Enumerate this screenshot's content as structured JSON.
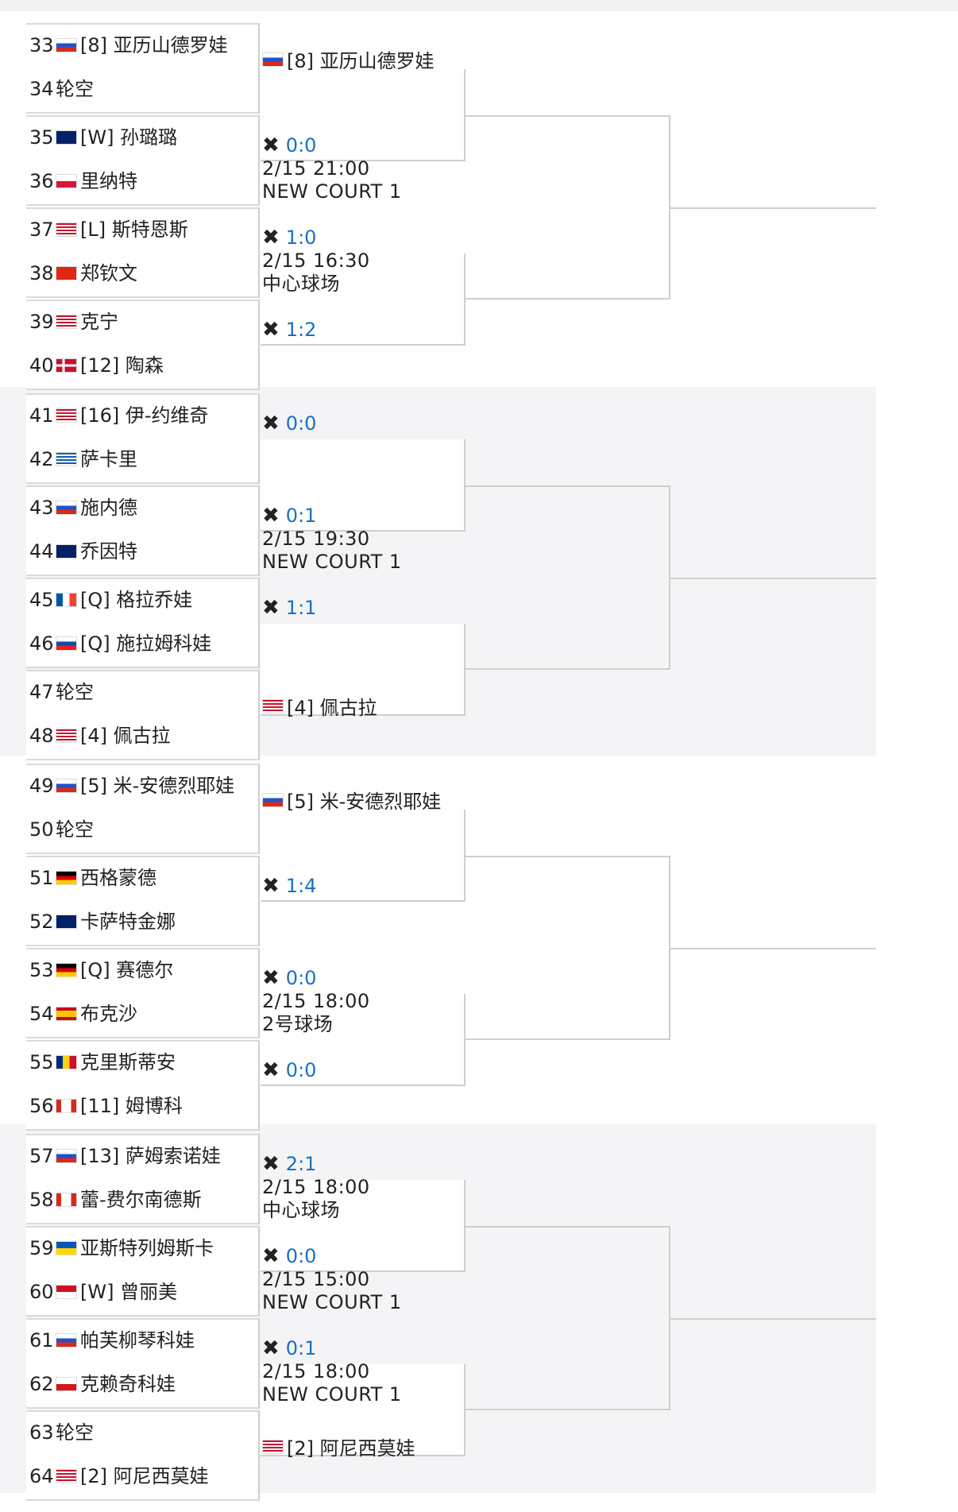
{
  "players": [
    {
      "num": "33",
      "flag": "RU",
      "name": "[8] 亚历山德罗娃"
    },
    {
      "num": "34",
      "flag": "",
      "name": "轮空"
    },
    {
      "num": "35",
      "flag": "NZ",
      "name": "[W] 孙璐璐"
    },
    {
      "num": "36",
      "flag": "PL",
      "name": "里纳特"
    },
    {
      "num": "37",
      "flag": "US",
      "name": "[L] 斯特恩斯"
    },
    {
      "num": "38",
      "flag": "CN",
      "name": "郑钦文"
    },
    {
      "num": "39",
      "flag": "US",
      "name": "克宁"
    },
    {
      "num": "40",
      "flag": "DK",
      "name": "[12] 陶森"
    },
    {
      "num": "41",
      "flag": "US",
      "name": "[16] 伊-约维奇"
    },
    {
      "num": "42",
      "flag": "GR",
      "name": "萨卡里"
    },
    {
      "num": "43",
      "flag": "RU",
      "name": "施内德"
    },
    {
      "num": "44",
      "flag": "AU",
      "name": "乔因特"
    },
    {
      "num": "45",
      "flag": "FR",
      "name": "[Q] 格拉乔娃"
    },
    {
      "num": "46",
      "flag": "SK",
      "name": "[Q] 施拉姆科娃"
    },
    {
      "num": "47",
      "flag": "",
      "name": "轮空"
    },
    {
      "num": "48",
      "flag": "US",
      "name": "[4] 佩古拉"
    },
    {
      "num": "49",
      "flag": "RU",
      "name": "[5] 米-安德烈耶娃"
    },
    {
      "num": "50",
      "flag": "",
      "name": "轮空"
    },
    {
      "num": "51",
      "flag": "DE",
      "name": "西格蒙德"
    },
    {
      "num": "52",
      "flag": "AU",
      "name": "卡萨特金娜"
    },
    {
      "num": "53",
      "flag": "DE",
      "name": "[Q] 赛德尔"
    },
    {
      "num": "54",
      "flag": "ES",
      "name": "布克沙"
    },
    {
      "num": "55",
      "flag": "RO",
      "name": "克里斯蒂安"
    },
    {
      "num": "56",
      "flag": "CA",
      "name": "[11] 姆博科"
    },
    {
      "num": "57",
      "flag": "RU",
      "name": "[13] 萨姆索诺娃"
    },
    {
      "num": "58",
      "flag": "CA",
      "name": "蕾-费尔南德斯"
    },
    {
      "num": "59",
      "flag": "UA",
      "name": "亚斯特列姆斯卡"
    },
    {
      "num": "60",
      "flag": "ID",
      "name": "[W] 曾丽美"
    },
    {
      "num": "61",
      "flag": "RU",
      "name": "帕芙柳琴科娃"
    },
    {
      "num": "62",
      "flag": "CZ",
      "name": "克赖奇科娃"
    },
    {
      "num": "63",
      "flag": "",
      "name": "轮空"
    },
    {
      "num": "64",
      "flag": "US",
      "name": "[2] 阿尼西莫娃"
    }
  ],
  "matches": [
    {
      "type": "winner",
      "flag": "RU",
      "name": "[8] 亚历山德罗娃"
    },
    {
      "type": "score",
      "score": "0:0",
      "time": "2/15 21:00",
      "court": "NEW COURT 1"
    },
    {
      "type": "score",
      "score": "1:0",
      "time": "2/15 16:30",
      "court": "中心球场"
    },
    {
      "type": "score",
      "score": "1:2",
      "time": "",
      "court": ""
    },
    {
      "type": "score",
      "score": "0:0",
      "time": "",
      "court": ""
    },
    {
      "type": "score",
      "score": "0:1",
      "time": "2/15 19:30",
      "court": "NEW COURT 1"
    },
    {
      "type": "score",
      "score": "1:1",
      "time": "",
      "court": ""
    },
    {
      "type": "winner",
      "flag": "US",
      "name": "[4] 佩古拉"
    },
    {
      "type": "winner",
      "flag": "RU",
      "name": "[5] 米-安德烈耶娃"
    },
    {
      "type": "score",
      "score": "1:4",
      "time": "",
      "court": ""
    },
    {
      "type": "score",
      "score": "0:0",
      "time": "2/15 18:00",
      "court": "2号球场"
    },
    {
      "type": "score",
      "score": "0:0",
      "time": "",
      "court": ""
    },
    {
      "type": "score",
      "score": "2:1",
      "time": "2/15 18:00",
      "court": "中心球场"
    },
    {
      "type": "score",
      "score": "0:0",
      "time": "2/15 15:00",
      "court": "NEW COURT 1"
    },
    {
      "type": "score",
      "score": "0:1",
      "time": "2/15 18:00",
      "court": "NEW COURT 1"
    },
    {
      "type": "winner",
      "flag": "US",
      "name": "[2] 阿尼西莫娃"
    }
  ],
  "icons": {
    "match_icon": "crossed-rackets-icon"
  },
  "colors": {
    "score": "#1a6fc4",
    "line": "#cfcfcf",
    "band_gray": "#f4f4f6"
  }
}
